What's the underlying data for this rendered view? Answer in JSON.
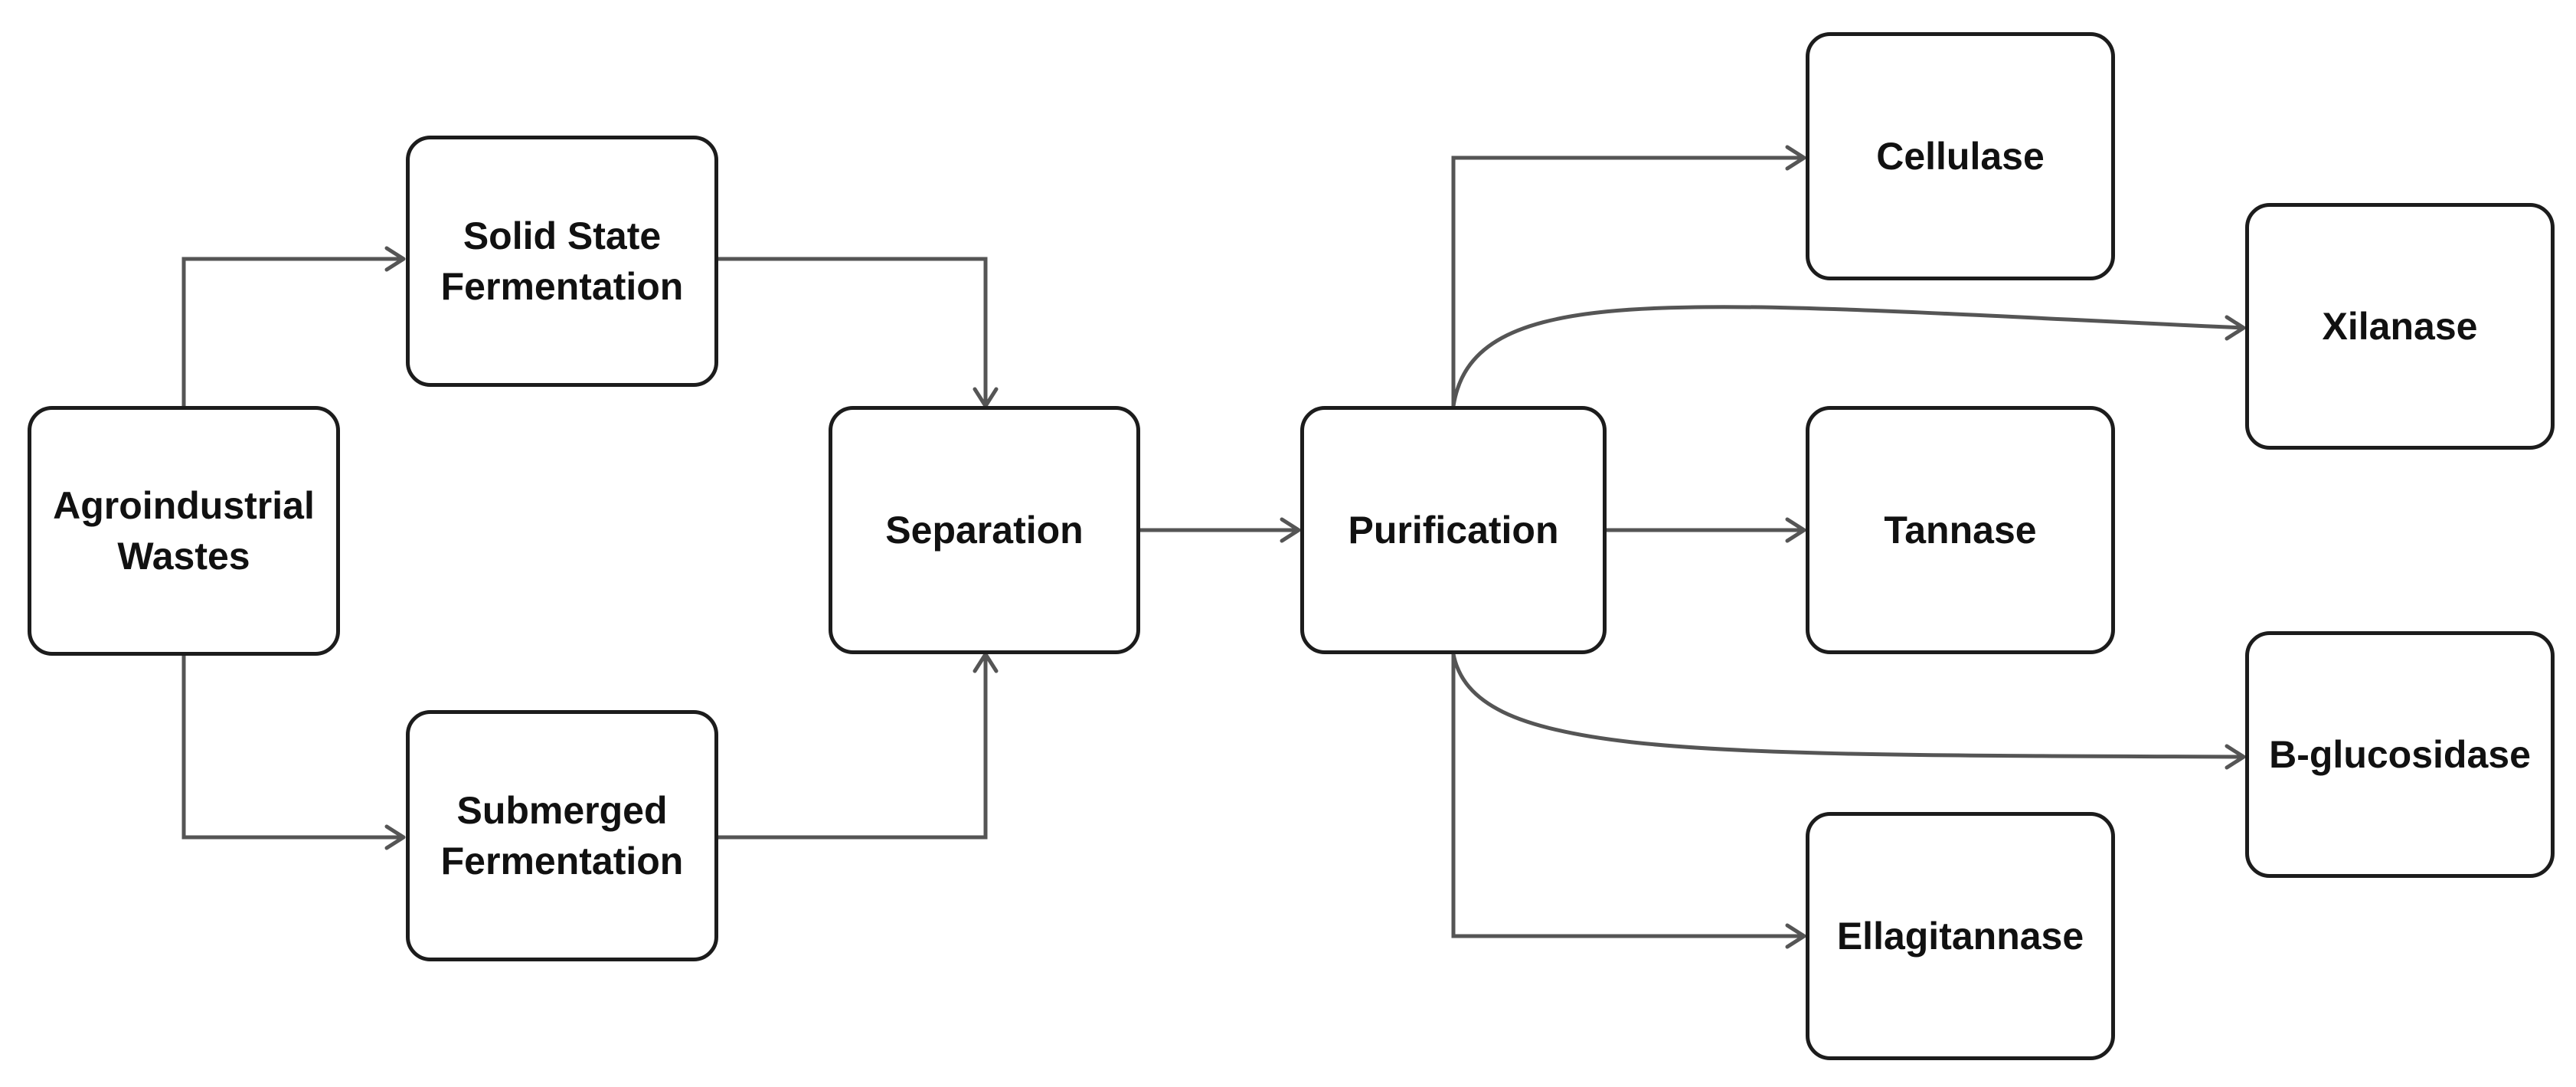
{
  "nodes": {
    "agro_wastes": "Agroindustrial Wastes",
    "solid_state": "Solid State Fermentation",
    "submerged": "Submerged Fermentation",
    "separation": "Separation",
    "purification": "Purification",
    "cellulase": "Cellulase",
    "xilanase": "Xilanase",
    "tannase": "Tannase",
    "b_glucosidase": "B-glucosidase",
    "ellagitannase": "Ellagitannase"
  },
  "edges": [
    {
      "from": "agro_wastes",
      "to": "solid_state"
    },
    {
      "from": "agro_wastes",
      "to": "submerged"
    },
    {
      "from": "solid_state",
      "to": "separation"
    },
    {
      "from": "submerged",
      "to": "separation"
    },
    {
      "from": "separation",
      "to": "purification"
    },
    {
      "from": "purification",
      "to": "cellulase"
    },
    {
      "from": "purification",
      "to": "xilanase"
    },
    {
      "from": "purification",
      "to": "tannase"
    },
    {
      "from": "purification",
      "to": "b_glucosidase"
    },
    {
      "from": "purification",
      "to": "ellagitannase"
    }
  ],
  "colors": {
    "node_border": "#1c1c1c",
    "edge": "#555555",
    "text": "#111111",
    "background": "#ffffff"
  }
}
